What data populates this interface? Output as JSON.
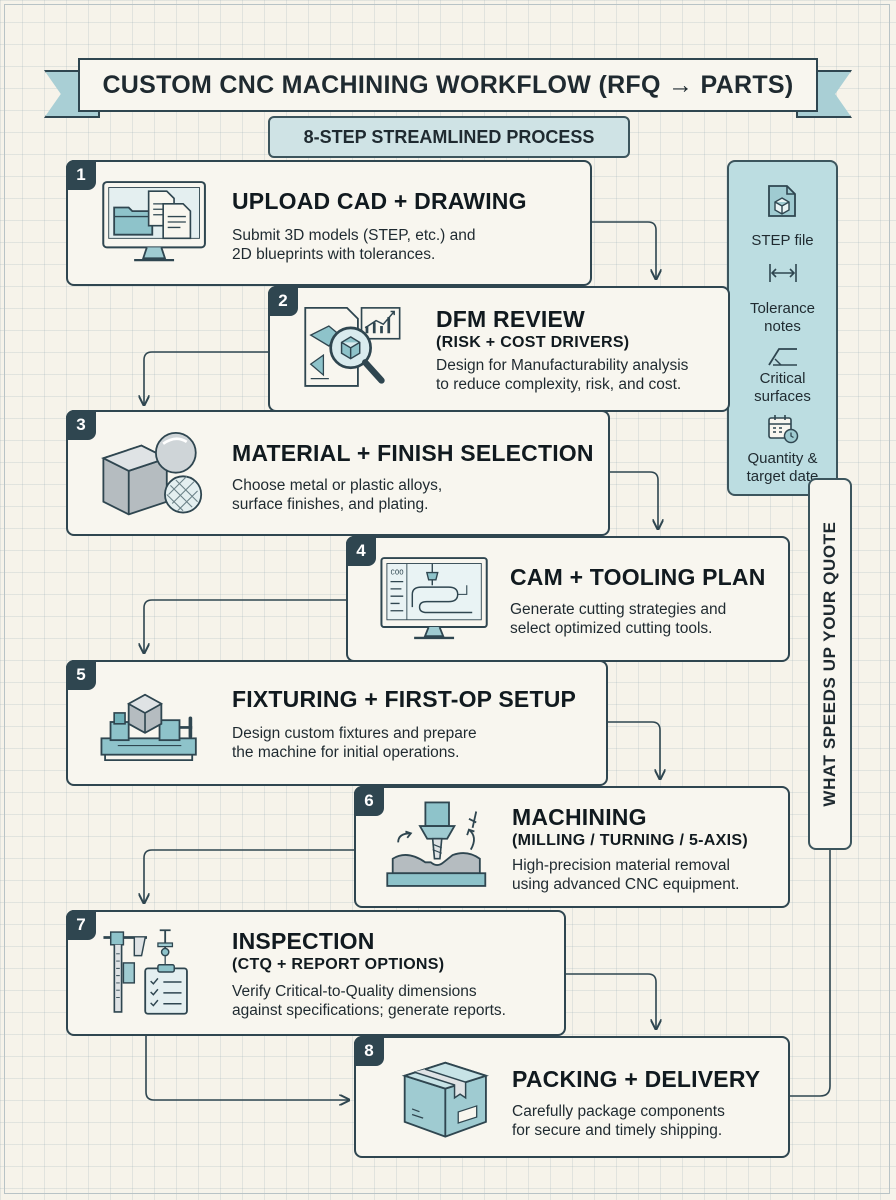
{
  "title": "CUSTOM CNC MACHINING WORKFLOW (RFQ → PARTS)",
  "subtitle": "8-STEP STREAMLINED PROCESS",
  "steps": [
    {
      "number": "1",
      "title": "UPLOAD CAD + DRAWING",
      "subtitle": "",
      "description": [
        "Submit 3D models (STEP, etc.) and",
        "2D blueprints with tolerances."
      ],
      "icon": "computer-folder-files-icon"
    },
    {
      "number": "2",
      "title": "DFM REVIEW",
      "subtitle": "(RISK + COST DRIVERS)",
      "description": [
        "Design for Manufacturability analysis",
        "to reduce complexity, risk, and cost."
      ],
      "icon": "magnifier-part-analysis-icon"
    },
    {
      "number": "3",
      "title": "MATERIAL + FINISH SELECTION",
      "subtitle": "",
      "description": [
        "Choose metal or plastic alloys,",
        "surface finishes, and plating."
      ],
      "icon": "material-samples-icon"
    },
    {
      "number": "4",
      "title": "CAM + TOOLING PLAN",
      "subtitle": "",
      "description": [
        "Generate cutting strategies and",
        "select optimized cutting tools."
      ],
      "icon": "cam-toolpath-monitor-icon"
    },
    {
      "number": "5",
      "title": "FIXTURING + FIRST-OP SETUP",
      "subtitle": "",
      "description": [
        "Design custom fixtures and prepare",
        "the machine for initial operations."
      ],
      "icon": "vise-fixture-icon"
    },
    {
      "number": "6",
      "title": "MACHINING",
      "subtitle": "(MILLING / TURNING / 5-AXIS)",
      "description": [
        "High-precision material removal",
        "using advanced CNC equipment."
      ],
      "icon": "spindle-cutter-icon"
    },
    {
      "number": "7",
      "title": "INSPECTION",
      "subtitle": "(CTQ + REPORT OPTIONS)",
      "description": [
        "Verify Critical-to-Quality dimensions",
        "against specifications; generate reports."
      ],
      "icon": "caliper-checklist-icon"
    },
    {
      "number": "8",
      "title": "PACKING + DELIVERY",
      "subtitle": "",
      "description": [
        "Carefully package components",
        "for secure and timely shipping."
      ],
      "icon": "shipping-box-icon"
    }
  ],
  "sidebar": {
    "label": "WHAT SPEEDS UP YOUR QUOTE",
    "items": [
      {
        "label": [
          "STEP file"
        ],
        "icon": "step-file-icon"
      },
      {
        "label": [
          "Tolerance",
          "notes"
        ],
        "icon": "dimension-arrow-icon"
      },
      {
        "label": [
          "Critical",
          "surfaces"
        ],
        "icon": "surface-finish-icon"
      },
      {
        "label": [
          "Quantity &",
          "target date"
        ],
        "icon": "calendar-clock-icon"
      }
    ]
  },
  "colors": {
    "ink": "#2f4650",
    "teal": "#8ec3ca",
    "teal_light": "#cfe3e5",
    "card": "#f8f6ef",
    "sidebar": "#bcdde1"
  }
}
